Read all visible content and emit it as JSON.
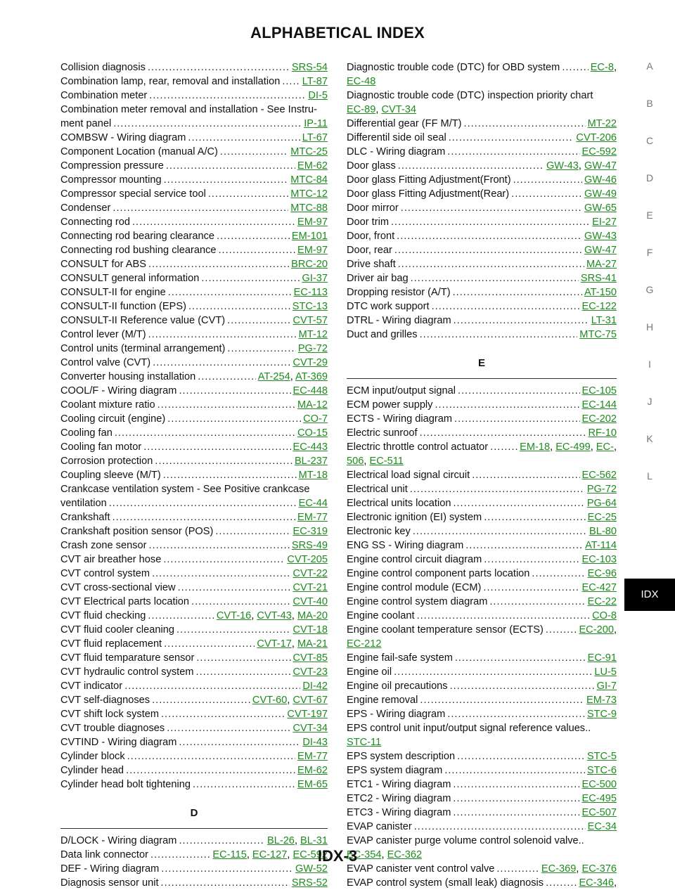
{
  "header": {
    "title": "ALPHABETICAL INDEX"
  },
  "footer": {
    "page_number": "IDX-3"
  },
  "side_tabs": [
    "A",
    "B",
    "C",
    "D",
    "E",
    "F",
    "G",
    "H",
    "I",
    "J",
    "K",
    "L",
    "IDX"
  ],
  "left_column": [
    {
      "t": "Collision diagnosis",
      "r": [
        "SRS-54"
      ]
    },
    {
      "t": "Combination lamp, rear, removal and installation",
      "r": [
        "LT-87"
      ]
    },
    {
      "t": "Combination meter",
      "r": [
        "DI-5"
      ]
    },
    {
      "t": "Combination meter removal and installation - See Instru-",
      "t2": "ment panel",
      "r": [
        "IP-11"
      ]
    },
    {
      "t": "COMBSW - Wiring diagram",
      "r": [
        "LT-67"
      ]
    },
    {
      "t": "Component Location (manual A/C)",
      "r": [
        "MTC-25"
      ]
    },
    {
      "t": "Compression pressure",
      "r": [
        "EM-62"
      ]
    },
    {
      "t": "Compressor mounting",
      "r": [
        "MTC-84"
      ]
    },
    {
      "t": "Compressor special service tool",
      "r": [
        "MTC-12"
      ]
    },
    {
      "t": "Condenser",
      "r": [
        "MTC-88"
      ]
    },
    {
      "t": "Connecting rod",
      "r": [
        "EM-97"
      ]
    },
    {
      "t": "Connecting rod bearing clearance",
      "r": [
        "EM-101"
      ]
    },
    {
      "t": "Connecting rod bushing clearance",
      "r": [
        "EM-97"
      ]
    },
    {
      "t": "CONSULT for ABS",
      "r": [
        "BRC-20"
      ]
    },
    {
      "t": "CONSULT general information",
      "r": [
        "GI-37"
      ]
    },
    {
      "t": "CONSULT-II for engine",
      "r": [
        "EC-113"
      ]
    },
    {
      "t": "CONSULT-II function (EPS)",
      "r": [
        "STC-13"
      ]
    },
    {
      "t": "CONSULT-II Reference value (CVT)",
      "r": [
        "CVT-57"
      ]
    },
    {
      "t": "Control lever (M/T)",
      "r": [
        "MT-12"
      ]
    },
    {
      "t": "Control units (terminal arrangement)",
      "r": [
        "PG-72"
      ]
    },
    {
      "t": "Control valve (CVT)",
      "r": [
        "CVT-29"
      ]
    },
    {
      "t": "Converter housing installation",
      "r": [
        "AT-254",
        "AT-369"
      ]
    },
    {
      "t": "COOL/F - Wiring diagram",
      "r": [
        "EC-448"
      ]
    },
    {
      "t": "Coolant mixture ratio",
      "r": [
        "MA-12"
      ]
    },
    {
      "t": "Cooling circuit (engine)",
      "r": [
        "CO-7"
      ]
    },
    {
      "t": "Cooling fan",
      "r": [
        "CO-15"
      ]
    },
    {
      "t": "Cooling fan motor",
      "r": [
        "EC-443"
      ]
    },
    {
      "t": "Corrosion protection",
      "r": [
        "BL-237"
      ]
    },
    {
      "t": "Coupling sleeve (M/T)",
      "r": [
        "MT-18"
      ]
    },
    {
      "t": "Crankcase ventilation system - See Positive crankcase",
      "t2": "ventilation",
      "r": [
        "EC-44"
      ]
    },
    {
      "t": "Crankshaft",
      "r": [
        "EM-77"
      ]
    },
    {
      "t": "Crankshaft position sensor (POS)",
      "r": [
        "EC-319"
      ]
    },
    {
      "t": "Crash zone sensor",
      "r": [
        "SRS-49"
      ]
    },
    {
      "t": "CVT air breather hose",
      "r": [
        "CVT-205"
      ]
    },
    {
      "t": "CVT control system",
      "r": [
        "CVT-22"
      ]
    },
    {
      "t": "CVT cross-sectional view",
      "r": [
        "CVT-21"
      ]
    },
    {
      "t": "CVT Electrical parts location",
      "r": [
        "CVT-40"
      ]
    },
    {
      "t": "CVT fluid checking",
      "r": [
        "CVT-16",
        "CVT-43",
        "MA-20"
      ]
    },
    {
      "t": "CVT fluid cooler cleaning",
      "r": [
        "CVT-18"
      ]
    },
    {
      "t": "CVT fluid replacement",
      "r": [
        "CVT-17",
        "MA-21"
      ]
    },
    {
      "t": "CVT fluid temparature sensor",
      "r": [
        "CVT-85"
      ]
    },
    {
      "t": "CVT hydraulic control system",
      "r": [
        "CVT-23"
      ]
    },
    {
      "t": "CVT indicator",
      "r": [
        "DI-42"
      ]
    },
    {
      "t": "CVT self-diagnoses",
      "r": [
        "CVT-60",
        "CVT-67"
      ]
    },
    {
      "t": "CVT shift lock system",
      "r": [
        "CVT-197"
      ]
    },
    {
      "t": "CVT trouble diagnoses",
      "r": [
        "CVT-34"
      ]
    },
    {
      "t": "CVTIND - Wiring diagram",
      "r": [
        "DI-43"
      ]
    },
    {
      "t": "Cylinder block",
      "r": [
        "EM-77"
      ]
    },
    {
      "t": "Cylinder head",
      "r": [
        "EM-62"
      ]
    },
    {
      "t": "Cylinder head bolt tightening",
      "r": [
        "EM-65"
      ]
    },
    {
      "section": "D"
    },
    {
      "t": "D/LOCK - Wiring diagram",
      "r": [
        "BL-26",
        "BL-31"
      ]
    },
    {
      "t": "Data link connector",
      "r": [
        "EC-115",
        "EC-127",
        "EC-592"
      ]
    },
    {
      "t": "DEF - Wiring diagram",
      "r": [
        "GW-52"
      ]
    },
    {
      "t": "Diagnosis sensor unit",
      "r": [
        "SRS-52"
      ]
    }
  ],
  "right_column": [
    {
      "t": "Diagnostic trouble code (DTC) for OBD system",
      "r": [
        "EC-8"
      ],
      "r2": [
        "EC-48"
      ]
    },
    {
      "t": "Diagnostic trouble code (DTC) inspection priority chart",
      "nodots": true,
      "r2": [
        "EC-89",
        "CVT-34"
      ]
    },
    {
      "t": "Differential gear (FF M/T)",
      "r": [
        "MT-22"
      ]
    },
    {
      "t": "Differentil side oil seal",
      "r": [
        "CVT-206"
      ]
    },
    {
      "t": "DLC - Wiring diagram",
      "r": [
        "EC-592"
      ]
    },
    {
      "t": "Door glass",
      "r": [
        "GW-43",
        "GW-47"
      ]
    },
    {
      "t": "Door glass Fitting Adjustment(Front)",
      "r": [
        "GW-46"
      ]
    },
    {
      "t": "Door glass Fitting Adjustment(Rear)",
      "r": [
        "GW-49"
      ]
    },
    {
      "t": "Door mirror",
      "r": [
        "GW-65"
      ]
    },
    {
      "t": "Door trim",
      "r": [
        "EI-27"
      ]
    },
    {
      "t": "Door, front",
      "r": [
        "GW-43"
      ]
    },
    {
      "t": "Door, rear",
      "r": [
        "GW-47"
      ]
    },
    {
      "t": "Drive shaft",
      "r": [
        "MA-27"
      ]
    },
    {
      "t": "Driver air bag",
      "r": [
        "SRS-41"
      ]
    },
    {
      "t": "Dropping resistor (A/T)",
      "r": [
        "AT-150"
      ]
    },
    {
      "t": "DTC work support",
      "r": [
        "EC-122"
      ]
    },
    {
      "t": "DTRL - Wiring diagram",
      "r": [
        "LT-31"
      ]
    },
    {
      "t": "Duct and grilles",
      "r": [
        "MTC-75"
      ]
    },
    {
      "section": "E"
    },
    {
      "t": "ECM input/output signal",
      "r": [
        "EC-105"
      ]
    },
    {
      "t": "ECM power supply",
      "r": [
        "EC-144"
      ]
    },
    {
      "t": "ECTS - Wiring diagram",
      "r": [
        "EC-202"
      ]
    },
    {
      "t": "Electric sunroof",
      "r": [
        "RF-10"
      ]
    },
    {
      "t": "Electric throttle control actuator",
      "r": [
        "EM-18",
        "EC-499",
        "EC-"
      ],
      "r2": [
        "506",
        "EC-511"
      ]
    },
    {
      "t": "Electrical load signal circuit",
      "r": [
        "EC-562"
      ]
    },
    {
      "t": "Electrical unit",
      "r": [
        "PG-72"
      ]
    },
    {
      "t": "Electrical units location",
      "r": [
        "PG-64"
      ]
    },
    {
      "t": "Electronic ignition (EI) system",
      "r": [
        "EC-25"
      ]
    },
    {
      "t": "Electronic key",
      "r": [
        "BL-80"
      ]
    },
    {
      "t": "ENG SS - Wiring diagram",
      "r": [
        "AT-114"
      ]
    },
    {
      "t": "Engine control circuit diagram",
      "r": [
        "EC-103"
      ]
    },
    {
      "t": "Engine control component parts location",
      "r": [
        "EC-96"
      ]
    },
    {
      "t": "Engine control module (ECM)",
      "r": [
        "EC-427"
      ]
    },
    {
      "t": "Engine control system diagram",
      "r": [
        "EC-22"
      ]
    },
    {
      "t": "Engine coolant",
      "r": [
        "CO-8"
      ]
    },
    {
      "t": "Engine coolant temperature sensor (ECTS)",
      "r": [
        "EC-200"
      ],
      "r2": [
        "EC-212"
      ]
    },
    {
      "t": "Engine fail-safe system",
      "r": [
        "EC-91"
      ]
    },
    {
      "t": "Engine oil",
      "r": [
        "LU-5"
      ]
    },
    {
      "t": "Engine oil precautions",
      "r": [
        "GI-7"
      ]
    },
    {
      "t": "Engine removal",
      "r": [
        "EM-73"
      ]
    },
    {
      "t": "EPS - Wiring diagram",
      "r": [
        "STC-9"
      ]
    },
    {
      "t": "EPS control unit input/output signal reference values",
      "r": [],
      "r2": [
        "STC-11"
      ]
    },
    {
      "t": "EPS system description",
      "r": [
        "STC-5"
      ]
    },
    {
      "t": "EPS system diagram",
      "r": [
        "STC-6"
      ]
    },
    {
      "t": "ETC1 - Wiring diagram",
      "r": [
        "EC-500"
      ]
    },
    {
      "t": "ETC2 - Wiring diagram",
      "r": [
        "EC-495"
      ]
    },
    {
      "t": "ETC3 - Wiring diagram",
      "r": [
        "EC-507"
      ]
    },
    {
      "t": "EVAP canister",
      "r": [
        "EC-34"
      ]
    },
    {
      "t": "EVAP canister purge volume control solenoid valve",
      "r": [],
      "r2": [
        "EC-354",
        "EC-362"
      ]
    },
    {
      "t": "EVAP canister vent control valve",
      "r": [
        "EC-369",
        "EC-376"
      ]
    },
    {
      "t": "EVAP control system (small leak) diagnosis",
      "r": [
        "EC-346"
      ],
      "trail": ","
    }
  ]
}
